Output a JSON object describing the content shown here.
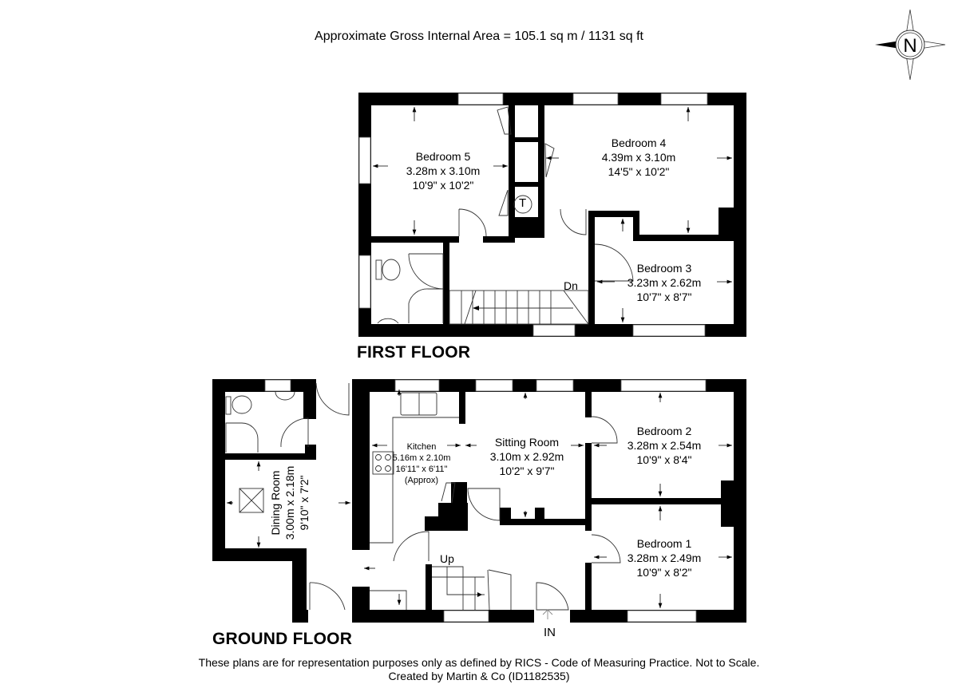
{
  "header": {
    "area_text": "Approximate Gross Internal Area = 105.1 sq m / 1131 sq ft"
  },
  "compass": {
    "label": "N",
    "icon": "compass-north-icon"
  },
  "first_floor": {
    "label": "FIRST FLOOR",
    "rooms": [
      {
        "name": "Bedroom 5",
        "metric": "3.28m x 3.10m",
        "imperial": "10'9\" x 10'2\""
      },
      {
        "name": "Bedroom 4",
        "metric": "4.39m x 3.10m",
        "imperial": "14'5\" x 10'2\""
      },
      {
        "name": "Bedroom 3",
        "metric": "3.23m x 2.62m",
        "imperial": "10'7\" x 8'7\""
      }
    ],
    "stairs_label": "Dn",
    "tank_label": "T"
  },
  "ground_floor": {
    "label": "GROUND FLOOR",
    "rooms": [
      {
        "name": "Dining Room",
        "metric": "3.00m x 2.18m",
        "imperial": "9'10\" x 7'2\""
      },
      {
        "name": "Kitchen",
        "metric": "5.16m x 2.10m",
        "imperial": "16'11\" x 6'11\"",
        "note": "(Approx)"
      },
      {
        "name": "Sitting Room",
        "metric": "3.10m x 2.92m",
        "imperial": "10'2\" x 9'7\""
      },
      {
        "name": "Bedroom 2",
        "metric": "3.28m x 2.54m",
        "imperial": "10'9\" x 8'4\""
      },
      {
        "name": "Bedroom 1",
        "metric": "3.28m x 2.49m",
        "imperial": "10'9\" x 8'2\""
      }
    ],
    "stairs_label": "Up",
    "entrance_label": "IN"
  },
  "footer": {
    "disclaimer": "These plans are for representation purposes only as defined by RICS - Code of Measuring Practice. Not to Scale.",
    "credit": "Created by Martin & Co (ID1182535)"
  }
}
